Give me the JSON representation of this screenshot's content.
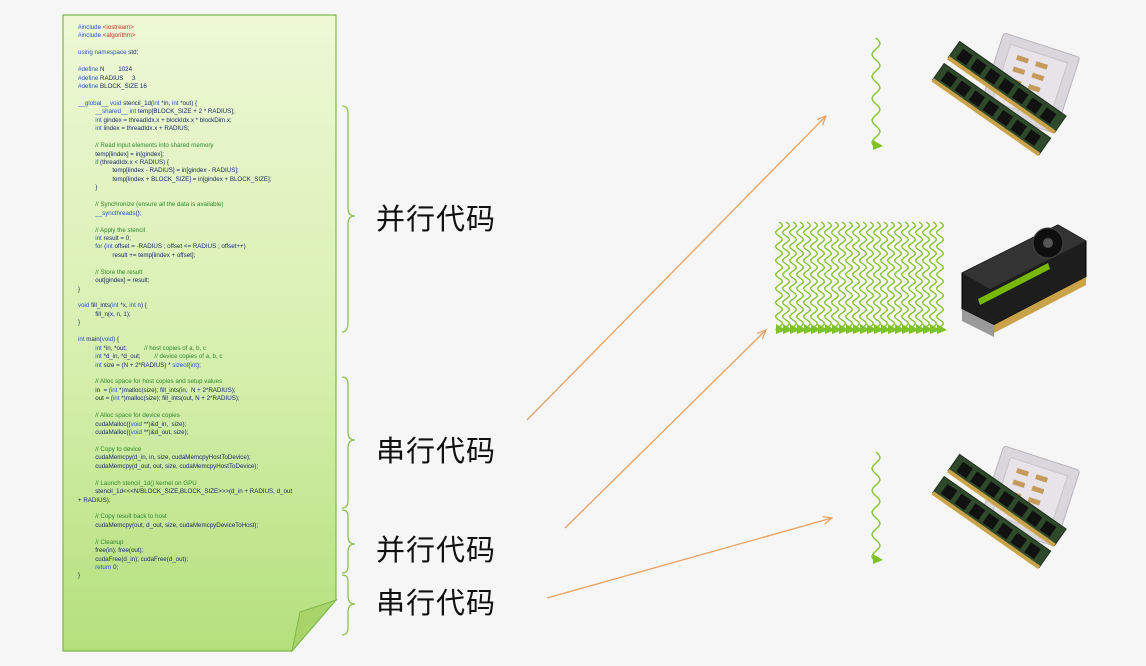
{
  "labels": {
    "parallel_1": "并行代码",
    "serial_1": "串行代码",
    "parallel_2": "并行代码",
    "serial_2": "串行代码"
  },
  "code_lines": [
    "#include <iostream>",
    "#include <algorithm>",
    "",
    "using namespace std;",
    "",
    "#define N        1024",
    "#define RADIUS     3",
    "#define BLOCK_SIZE 16",
    "",
    "__global__ void stencil_1d(int *in, int *out) {",
    "          __shared__ int temp[BLOCK_SIZE + 2 * RADIUS];",
    "          int gindex = threadIdx.x + blockIdx.x * blockDim.x;",
    "          int lindex = threadIdx.x + RADIUS;",
    "",
    "          // Read input elements into shared memory",
    "          temp[lindex] = in[gindex];",
    "          if (threadIdx.x < RADIUS) {",
    "                    temp[lindex - RADIUS] = in[gindex - RADIUS];",
    "                    temp[lindex + BLOCK_SIZE] = in[gindex + BLOCK_SIZE];",
    "          }",
    "",
    "          // Synchronize (ensure all the data is available)",
    "          __syncthreads();",
    "",
    "          // Apply the stencil",
    "          int result = 0;",
    "          for (int offset = -RADIUS ; offset <= RADIUS ; offset++)",
    "                    result += temp[lindex + offset];",
    "",
    "          // Store the result",
    "          out[gindex] = result;",
    "}",
    "",
    "void fill_ints(int *x, int n) {",
    "          fill_n(x, n, 1);",
    "}",
    "",
    "int main(void) {",
    "          int *in, *out;          // host copies of a, b, c",
    "          int *d_in, *d_out;        // device copies of a, b, c",
    "          int size = (N + 2*RADIUS) * sizeof(int);",
    "",
    "          // Alloc space for host copies and setup values",
    "          in  = (int *)malloc(size); fill_ints(in,  N + 2*RADIUS);",
    "          out = (int *)malloc(size); fill_ints(out, N + 2*RADIUS);",
    "",
    "          // Alloc space for device copies",
    "          cudaMalloc((void **)&d_in,  size);",
    "          cudaMalloc((void **)&d_out, size);",
    "",
    "          // Copy to device",
    "          cudaMemcpy(d_in, in, size, cudaMemcpyHostToDevice);",
    "          cudaMemcpy(d_out, out, size, cudaMemcpyHostToDevice);",
    "",
    "          // Launch stencil_1d() kernel on GPU",
    "          stencil_1d<<<N/BLOCK_SIZE,BLOCK_SIZE>>>(d_in + RADIUS, d_out",
    "+ RADIUS);",
    "",
    "          // Copy result back to host",
    "          cudaMemcpy(out, d_out, size, cudaMemcpyDeviceToHost);",
    "",
    "          // Cleanup",
    "          free(in); free(out);",
    "          cudaFree(d_in); cudaFree(d_out);",
    "          return 0;",
    "}"
  ],
  "colors": {
    "card_top": "#eef8d6",
    "card_bottom": "#b4e07c",
    "card_border": "#7cb84a",
    "code_text": "#1a2a6a",
    "code_keyword": "#2a55d0",
    "code_comment": "#2c8a2c",
    "code_string": "#c23030",
    "bracket": "#8fbf55",
    "arrow": "#e8a060",
    "wave": "#7fc228"
  },
  "icons": {
    "cpu_memory_top": "cpu-with-ram-icon",
    "gpu": "tesla-gpu-card-icon",
    "cpu_memory_bottom": "cpu-with-ram-icon"
  }
}
